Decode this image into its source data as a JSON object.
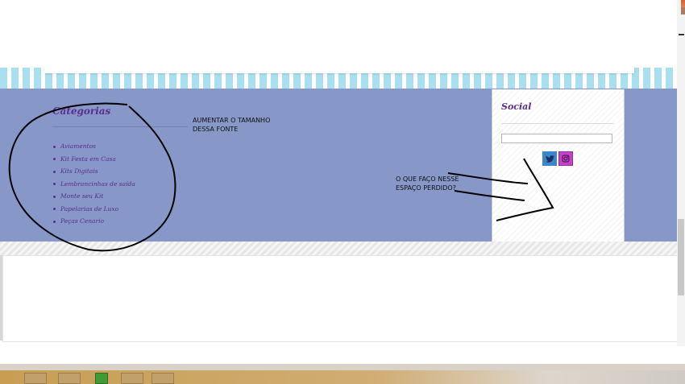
{
  "categories": {
    "title": "Categorias",
    "items": [
      {
        "label": "Aviamentos"
      },
      {
        "label": "Kit Festa em Casa"
      },
      {
        "label": "Kits Digitais"
      },
      {
        "label": "Lembrancinhas de saída"
      },
      {
        "label": "Monte seu Kit"
      },
      {
        "label": "Papelarias de Luxo"
      },
      {
        "label": "Peças Cenario"
      }
    ]
  },
  "annotations": {
    "font_note": "AUMENTAR O TAMANHO DESSA FONTE",
    "space_note": "O QUE FAÇO NESSE ESPAÇO PERDIDO?"
  },
  "social": {
    "title": "Social",
    "search_value": "",
    "buttons": [
      {
        "icon": "twitter-icon",
        "color": "#3b87cc"
      },
      {
        "icon": "instagram-icon",
        "color": "#c243c7"
      }
    ]
  },
  "theme": {
    "footer_background": "#8697c8",
    "heading_color": "#5a2d8e",
    "stripe_color": "#a9dff0"
  }
}
